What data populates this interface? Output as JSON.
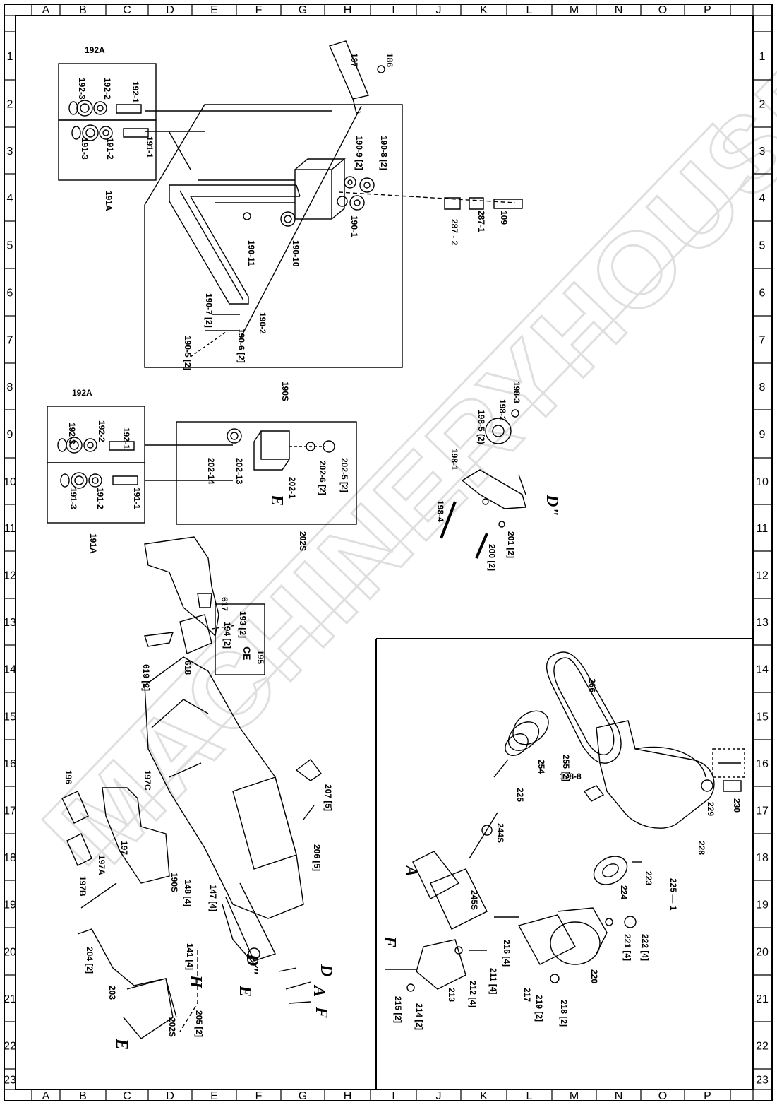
{
  "grid": {
    "columns": [
      "A",
      "B",
      "C",
      "D",
      "E",
      "F",
      "G",
      "H",
      "I",
      "J",
      "K",
      "L",
      "M",
      "N",
      "O",
      "P"
    ],
    "rows": [
      "1",
      "2",
      "3",
      "4",
      "5",
      "6",
      "7",
      "8",
      "9",
      "10",
      "11",
      "12",
      "13",
      "14",
      "15",
      "16",
      "17",
      "18",
      "19",
      "20",
      "21",
      "22",
      "23"
    ]
  },
  "watermark": "MACHINERYHOUSE",
  "labels": [
    {
      "id": "192A-top",
      "text": "192A"
    },
    {
      "id": "192-1-top",
      "text": "192-1"
    },
    {
      "id": "192-2-top",
      "text": "192-2"
    },
    {
      "id": "192-3-top",
      "text": "192-3"
    },
    {
      "id": "191-1-top",
      "text": "191-1"
    },
    {
      "id": "191-2-top",
      "text": "191-2"
    },
    {
      "id": "191-3-top",
      "text": "191-3"
    },
    {
      "id": "191A-top",
      "text": "191A"
    },
    {
      "id": "187",
      "text": "187"
    },
    {
      "id": "186",
      "text": "186"
    },
    {
      "id": "190-9",
      "text": "190-9 [2]"
    },
    {
      "id": "190-8",
      "text": "190-8 [2]"
    },
    {
      "id": "287-2",
      "text": "287 - 2"
    },
    {
      "id": "287-1",
      "text": "287-1"
    },
    {
      "id": "109",
      "text": "109"
    },
    {
      "id": "190-1",
      "text": "190-1"
    },
    {
      "id": "190-10",
      "text": "190-10"
    },
    {
      "id": "190-11",
      "text": "190-11"
    },
    {
      "id": "190-7",
      "text": "190-7 [2]"
    },
    {
      "id": "190-2",
      "text": "190-2"
    },
    {
      "id": "190-6",
      "text": "190-6 [2]"
    },
    {
      "id": "190-5",
      "text": "190-5 [2]"
    },
    {
      "id": "190S-top",
      "text": "190S"
    },
    {
      "id": "192A-mid",
      "text": "192A"
    },
    {
      "id": "192-1-mid",
      "text": "192-1"
    },
    {
      "id": "192-2-mid",
      "text": "192-2"
    },
    {
      "id": "192-3-mid",
      "text": "192-3"
    },
    {
      "id": "191-1-mid",
      "text": "191-1"
    },
    {
      "id": "191-2-mid",
      "text": "191-2"
    },
    {
      "id": "191-3-mid",
      "text": "191-3"
    },
    {
      "id": "191A-mid",
      "text": "191A"
    },
    {
      "id": "202-14",
      "text": "202-14"
    },
    {
      "id": "202-13",
      "text": "202-13"
    },
    {
      "id": "202-1",
      "text": "202-1"
    },
    {
      "id": "202-6",
      "text": "202-6 [2]"
    },
    {
      "id": "202-5",
      "text": "202-5 [2]"
    },
    {
      "id": "202S",
      "text": "202S"
    },
    {
      "id": "198-3",
      "text": "198-3"
    },
    {
      "id": "198-2",
      "text": "198-2"
    },
    {
      "id": "198-5",
      "text": "198-5 (2)"
    },
    {
      "id": "198-1",
      "text": "198-1"
    },
    {
      "id": "198-4",
      "text": "198-4"
    },
    {
      "id": "201",
      "text": "201 [2]"
    },
    {
      "id": "200",
      "text": "200 [2]"
    },
    {
      "id": "617",
      "text": "617"
    },
    {
      "id": "193",
      "text": "193 [2]"
    },
    {
      "id": "194",
      "text": "194 [2]"
    },
    {
      "id": "619",
      "text": "619 [2]"
    },
    {
      "id": "618",
      "text": "618"
    },
    {
      "id": "195",
      "text": "195"
    },
    {
      "id": "196",
      "text": "196"
    },
    {
      "id": "197C",
      "text": "197C"
    },
    {
      "id": "197",
      "text": "197"
    },
    {
      "id": "197A",
      "text": "197A"
    },
    {
      "id": "197B",
      "text": "197B"
    },
    {
      "id": "190S-bot",
      "text": "190S"
    },
    {
      "id": "207",
      "text": "207 [5]"
    },
    {
      "id": "206",
      "text": "206 [5]"
    },
    {
      "id": "148",
      "text": "148 [4]"
    },
    {
      "id": "147",
      "text": "147 [4]"
    },
    {
      "id": "141",
      "text": "141 [4]"
    },
    {
      "id": "204",
      "text": "204 [2]"
    },
    {
      "id": "203",
      "text": "203"
    },
    {
      "id": "202S-bot",
      "text": "202S"
    },
    {
      "id": "205",
      "text": "205 [2]"
    },
    {
      "id": "266",
      "text": "266"
    },
    {
      "id": "254",
      "text": "254"
    },
    {
      "id": "255",
      "text": "255 [2]"
    },
    {
      "id": "225",
      "text": "225"
    },
    {
      "id": "244S",
      "text": "244S"
    },
    {
      "id": "245S",
      "text": "245S"
    },
    {
      "id": "178-8",
      "text": "178-8"
    },
    {
      "id": "229",
      "text": "229"
    },
    {
      "id": "230",
      "text": "230"
    },
    {
      "id": "228",
      "text": "228"
    },
    {
      "id": "225-1",
      "text": "225 — 1"
    },
    {
      "id": "223",
      "text": "223"
    },
    {
      "id": "224",
      "text": "224"
    },
    {
      "id": "221",
      "text": "221 [4]"
    },
    {
      "id": "222",
      "text": "222 [4]"
    },
    {
      "id": "216",
      "text": "216 [4]"
    },
    {
      "id": "211",
      "text": "211 [4]"
    },
    {
      "id": "212",
      "text": "212 [4]"
    },
    {
      "id": "220",
      "text": "220"
    },
    {
      "id": "217",
      "text": "217"
    },
    {
      "id": "219",
      "text": "219 [2]"
    },
    {
      "id": "218",
      "text": "218 [2]"
    },
    {
      "id": "213",
      "text": "213"
    },
    {
      "id": "214",
      "text": "214 [2]"
    },
    {
      "id": "215",
      "text": "215 [2]"
    }
  ],
  "markers": {
    "D_dbl_right": "D\"",
    "D_dbl_bottom": "D\"",
    "E_202": "E",
    "E_bottom": "E",
    "E_cut": "E",
    "D_arrow": "D",
    "A_arrow": "A",
    "F_arrow": "F",
    "H_arrow": "H",
    "A_motor": "A",
    "F_bracket": "F",
    "CE": "CE"
  }
}
